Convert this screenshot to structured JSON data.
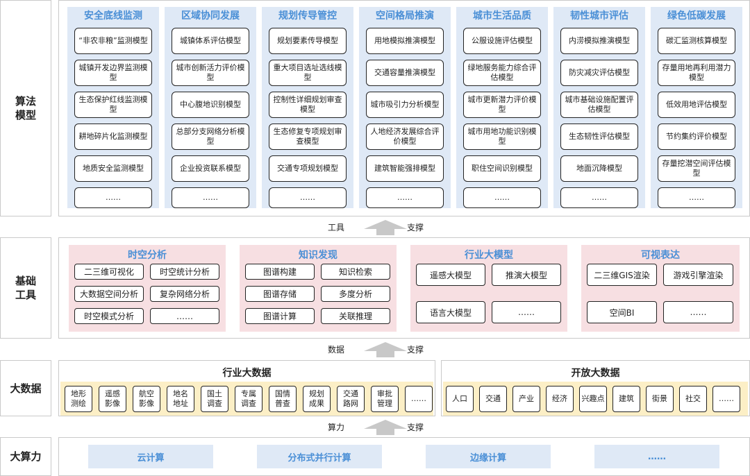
{
  "layers": {
    "algorithm": "算法\n模型",
    "tools": "基础\n工具",
    "bigdata": "大数据",
    "compute": "大算力"
  },
  "supports": [
    {
      "left": "工具",
      "right": "支撑"
    },
    {
      "left": "数据",
      "right": "支撑"
    },
    {
      "left": "算力",
      "right": "支撑"
    }
  ],
  "algorithm_columns": [
    {
      "title": "安全底线监测",
      "items": [
        "“非农非粮”监测模型",
        "城镇开发边界监测模型",
        "生态保护红线监测模型",
        "耕地碎片化监测模型",
        "地质安全监测模型",
        "……"
      ]
    },
    {
      "title": "区域协同发展",
      "items": [
        "城镇体系评估模型",
        "城市创新活力评价模型",
        "中心腹地识别模型",
        "总部分支网络分析模型",
        "企业投资联系模型",
        "……"
      ]
    },
    {
      "title": "规划传导管控",
      "items": [
        "规划要素传导模型",
        "重大项目选址选线模型",
        "控制性详细规划审查模型",
        "生态修复专项规划审查模型",
        "交通专项规划模型",
        "……"
      ]
    },
    {
      "title": "空间格局推演",
      "items": [
        "用地模拟推演模型",
        "交通容量推演模型",
        "城市吸引力分析模型",
        "人地经济发展综合评价模型",
        "建筑智能强排模型",
        "……"
      ]
    },
    {
      "title": "城市生活品质",
      "items": [
        "公服设施评估模型",
        "绿地服务能力综合评估模型",
        "城市更新潜力评价模型",
        "城市用地功能识别模型",
        "职住空间识别模型",
        "……"
      ]
    },
    {
      "title": "韧性城市评估",
      "items": [
        "内涝模拟推演模型",
        "防灾减灾评估模型",
        "城市基础设施配置评估模型",
        "生态韧性评估模型",
        "地面沉降模型",
        "……"
      ]
    },
    {
      "title": "绿色低碳发展",
      "items": [
        "碳汇监测核算模型",
        "存量用地再利用潜力模型",
        "低效用地评估模型",
        "节约集约评价模型",
        "存量挖潜空间评估模型",
        "……"
      ]
    }
  ],
  "tools": [
    {
      "title": "时空分析",
      "items": [
        "二三维可视化",
        "时空统计分析",
        "大数据空间分析",
        "复杂网络分析",
        "时空模式分析",
        "……"
      ]
    },
    {
      "title": "知识发现",
      "items": [
        "图谱构建",
        "知识检索",
        "图谱存储",
        "多度分析",
        "图谱计算",
        "关联推理"
      ]
    },
    {
      "title": "行业大模型",
      "items": [
        "遥感大模型",
        "推演大模型",
        "语言大模型",
        "……"
      ]
    },
    {
      "title": "可视表达",
      "items": [
        "二三维GIS渲染",
        "游戏引擎渲染",
        "空间BI",
        "……"
      ]
    }
  ],
  "bigdata": {
    "industry": {
      "title": "行业大数据",
      "items": [
        "地形\n测绘",
        "遥感\n影像",
        "航空\n影像",
        "地名\n地址",
        "国土\n调查",
        "专属\n调查",
        "国情\n普查",
        "规划\n成果",
        "交通\n路网",
        "审批\n管理",
        "……"
      ]
    },
    "open": {
      "title": "开放大数据",
      "items": [
        "人口",
        "交通",
        "产业",
        "经济",
        "兴趣点",
        "建筑",
        "街景",
        "社交",
        "……"
      ]
    }
  },
  "compute": [
    "云计算",
    "分布式并行计算",
    "边缘计算",
    "……"
  ]
}
